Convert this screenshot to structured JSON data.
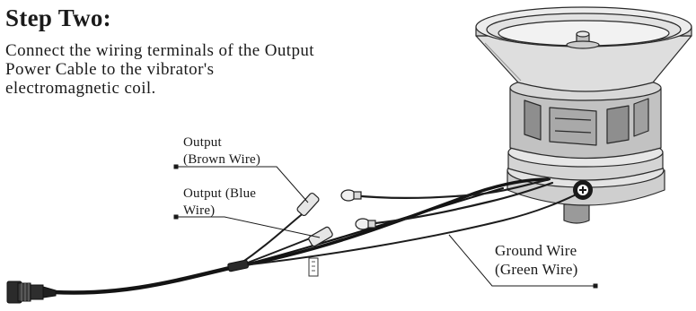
{
  "step": {
    "title": "Step Two:",
    "instruction_lines": [
      "Connect the wiring terminals of the Output",
      "Power Cable to the vibrator's",
      "electromagnetic coil."
    ]
  },
  "labels": {
    "output_brown": [
      "Output",
      "(Brown Wire)"
    ],
    "output_blue": [
      "Output (Blue",
      "Wire)"
    ],
    "ground": [
      "Ground Wire",
      "(Green Wire)"
    ]
  },
  "colors": {
    "ink": "#1a1a1a",
    "metal_light": "#dcdcdc",
    "metal_mid": "#b9b9b9",
    "metal_dark": "#8c8c8c",
    "cable": "#141414"
  }
}
